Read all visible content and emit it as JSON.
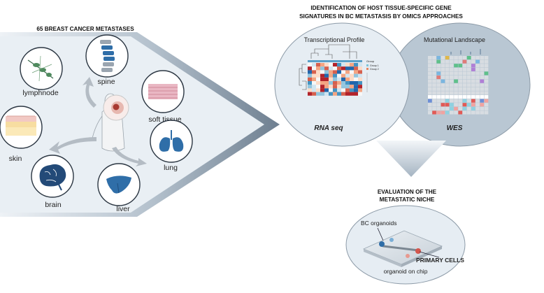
{
  "left_panel": {
    "title": "65 BREAST CANCER METASTASES",
    "sites": {
      "lymphnode": "lymphnode",
      "spine": "spine",
      "soft_tissue": "soft tissue",
      "skin": "skin",
      "lung": "lung",
      "brain": "brain",
      "liver": "liver"
    }
  },
  "right_panel": {
    "title_line1": "IDENTIFICATION OF HOST TISSUE-SPECIFIC GENE",
    "title_line2": "SIGNATURES IN BC METASTASIS BY OMICS APPROACHES",
    "transcriptional": {
      "title": "Transcriptional Profile",
      "method": "RNA seq",
      "legend_title": "Group",
      "legend_group1": "Group 1",
      "legend_group2": "Group 2"
    },
    "mutational": {
      "title": "Mutational Landscape",
      "method": "WES"
    },
    "niche": {
      "title_line1": "EVALUATION OF THE",
      "title_line2": "METASTATIC NICHE",
      "bc_organoids": "BC organoids",
      "primary_cells": "PRIMARY CELLS",
      "chip_label": "organoid on chip"
    }
  },
  "colors": {
    "panel_bg": "#e9eff4",
    "arrow_dark": "#7f8fa0",
    "circle_left": "#e6edf3",
    "circle_right": "#b9c7d3",
    "heat_red": "#c9473f",
    "heat_blue": "#3f6fa8"
  }
}
